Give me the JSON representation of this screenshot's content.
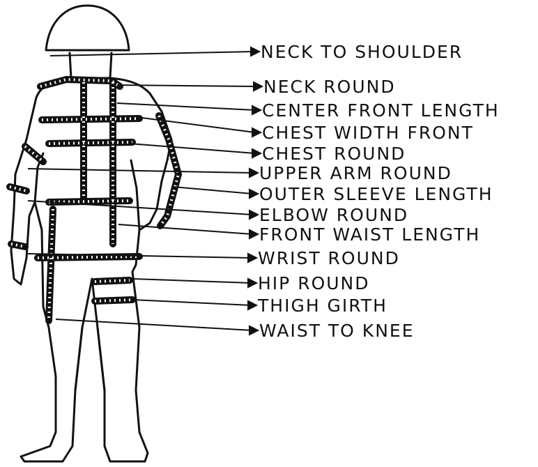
{
  "diagram": {
    "labels": [
      "NECK TO SHOULDER",
      "NECK ROUND",
      "CENTER FRONT LENGTH",
      "CHEST WIDTH FRONT",
      "CHEST ROUND",
      "UPPER ARM ROUND",
      "OUTER SLEEVE LENGTH",
      "ELBOW ROUND",
      "FRONT WAIST LENGTH",
      "WRIST ROUND",
      "HIP ROUND",
      "THIGH GIRTH",
      "WAIST TO KNEE"
    ],
    "ink_color": "#111111",
    "background_color": "#ffffff"
  }
}
